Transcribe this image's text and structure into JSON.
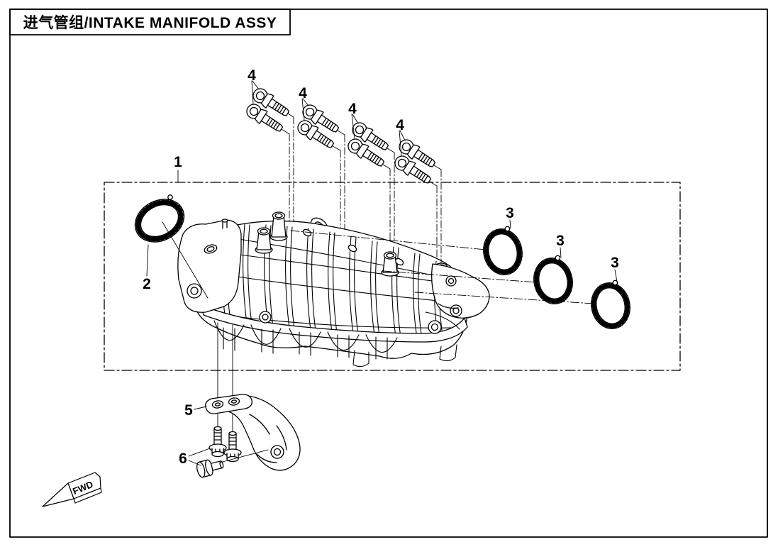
{
  "page": {
    "title": "进气管组/INTAKE MANIFOLD ASSY",
    "background_color": "#ffffff",
    "line_color": "#000000"
  },
  "diagram": {
    "type": "exploded-parts-diagram",
    "subject": "intake-manifold-assembly",
    "orientation_label": "FWD",
    "callouts": [
      {
        "ref": "1",
        "part": "intake-manifold-assembly-boundary"
      },
      {
        "ref": "2",
        "part": "throttle-body-o-ring"
      },
      {
        "ref": "3",
        "part": "runner-seal-ring-1"
      },
      {
        "ref": "3",
        "part": "runner-seal-ring-2"
      },
      {
        "ref": "3",
        "part": "runner-seal-ring-3"
      },
      {
        "ref": "4",
        "part": "mounting-bolt-pair-1"
      },
      {
        "ref": "4",
        "part": "mounting-bolt-pair-2"
      },
      {
        "ref": "4",
        "part": "mounting-bolt-pair-3"
      },
      {
        "ref": "4",
        "part": "mounting-bolt-pair-4"
      },
      {
        "ref": "5",
        "part": "support-bracket"
      },
      {
        "ref": "6",
        "part": "bracket-bolts"
      }
    ]
  }
}
